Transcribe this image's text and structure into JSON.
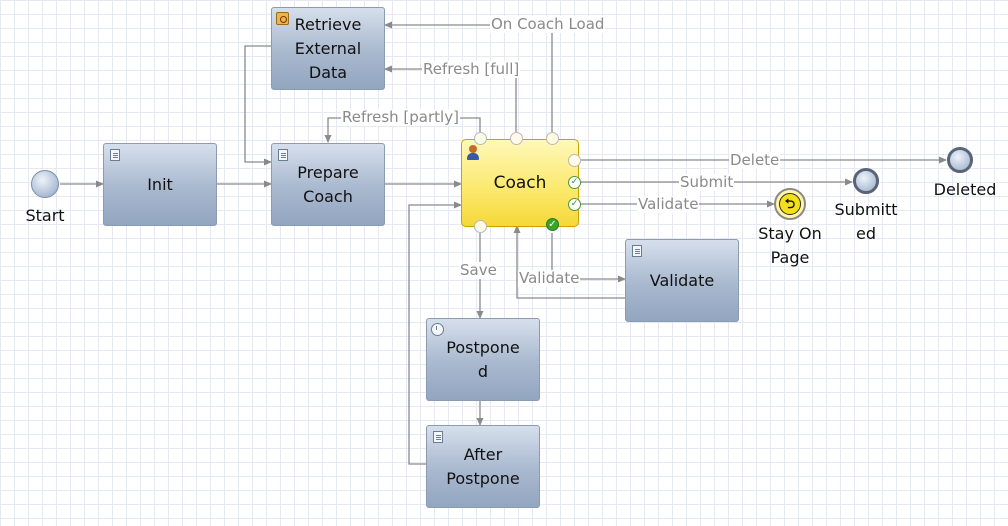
{
  "nodes": {
    "start": "Start",
    "init": "Init",
    "retrieve": [
      "Retrieve",
      "External",
      "Data"
    ],
    "prepare": [
      "Prepare",
      "Coach"
    ],
    "coach": "Coach",
    "validate": "Validate",
    "postponed": [
      "Postpone",
      "d"
    ],
    "after_postpone": [
      "After",
      "Postpone"
    ],
    "deleted": "Deleted",
    "submitted": [
      "Submitt",
      "ed"
    ],
    "stay_on_page": [
      "Stay On",
      "Page"
    ]
  },
  "flows": {
    "on_coach_load": "On Coach Load",
    "refresh_full": "Refresh [full]",
    "refresh_partly": "Refresh [partly]",
    "delete": "Delete",
    "submit": "Submit",
    "validate_to_stay": "Validate",
    "save": "Save",
    "validate_to_task": "Validate"
  },
  "icons": {
    "task": "document-icon",
    "service": "service-icon",
    "timer": "timer-icon",
    "coach": "user-icon",
    "stay": "return-arrow-icon",
    "check": "check-icon"
  },
  "colors": {
    "task_fill": "#a8b8ce",
    "coach_fill": "#fbe86a",
    "wire": "#8a8a8a",
    "check_green": "#3aa52a"
  }
}
